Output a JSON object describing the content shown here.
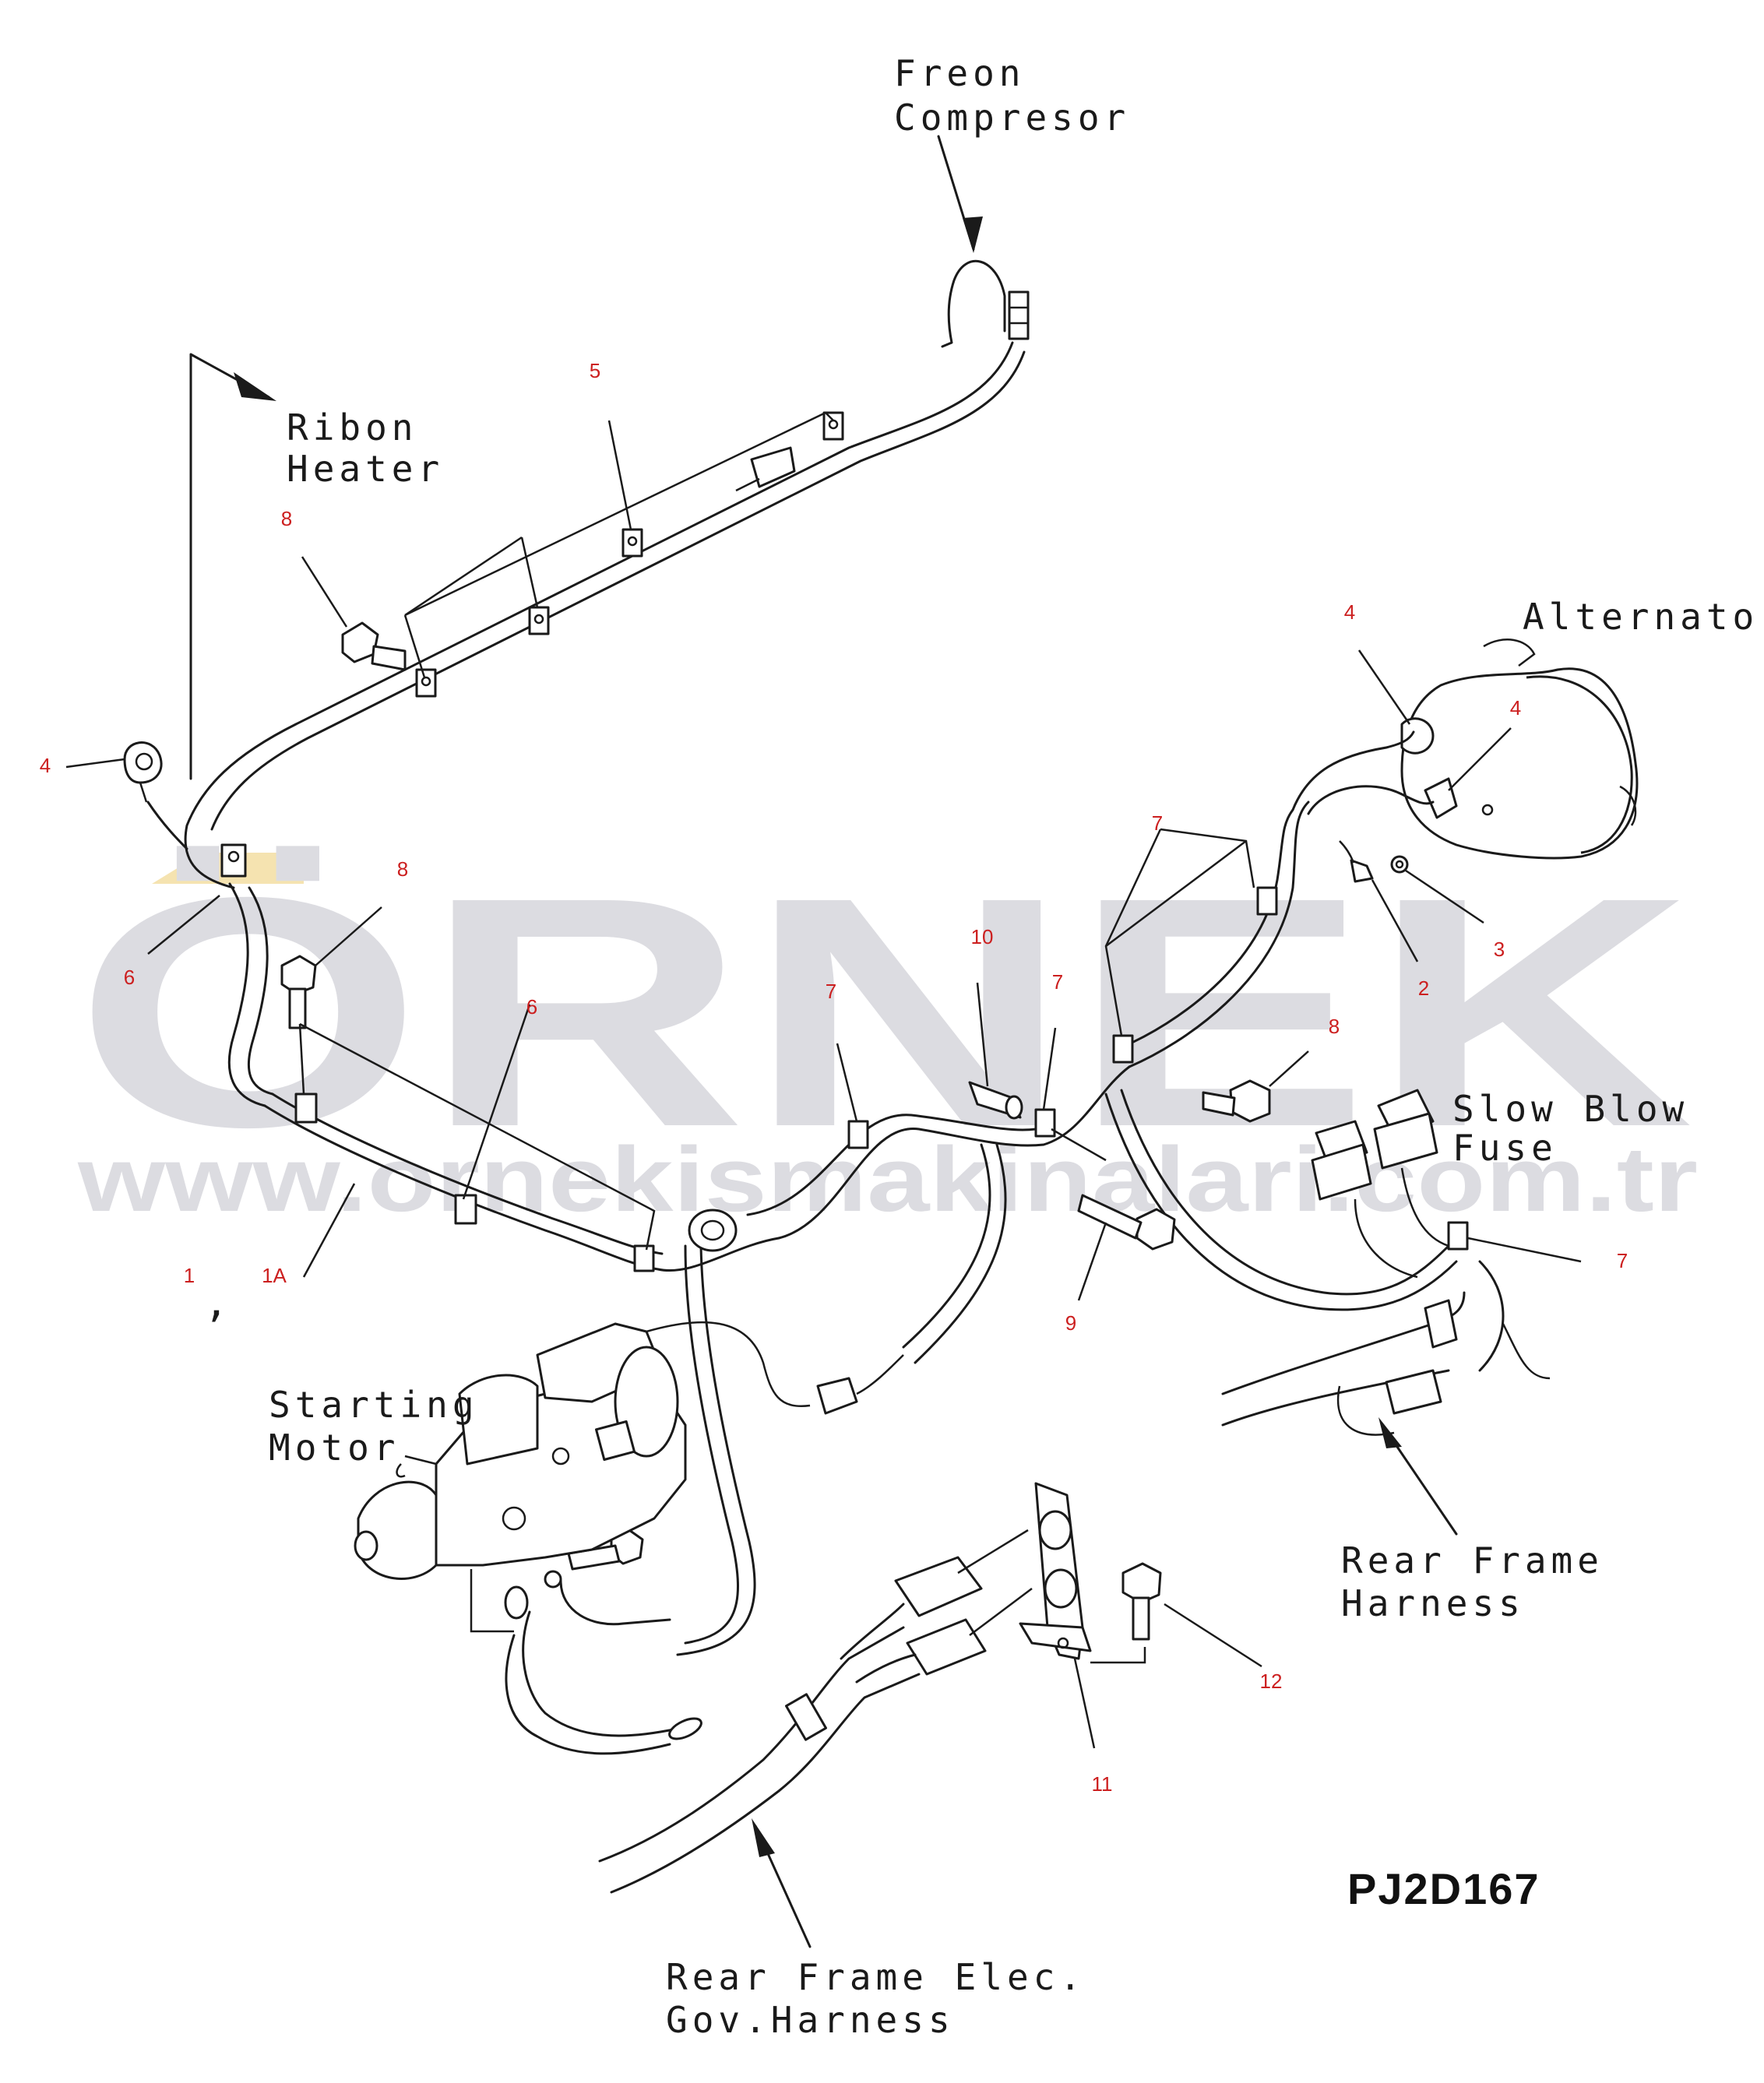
{
  "labels": {
    "freon_compressor": [
      "Freon",
      "Compresor"
    ],
    "ribbon_heater": [
      "Ribon",
      "Heater"
    ],
    "alternator": [
      "Alternator"
    ],
    "slow_blow_fuse": [
      "Slow Blow",
      "Fuse"
    ],
    "starting_motor": [
      "Starting",
      "Motor"
    ],
    "rear_frame_harness": [
      "Rear Frame",
      "Harness"
    ],
    "rear_frame_elec_gov_harness": [
      "Rear Frame Elec.",
      "Gov.Harness"
    ]
  },
  "callouts": [
    {
      "id": "c-1",
      "text": "1"
    },
    {
      "id": "c-1a",
      "text": "1A"
    },
    {
      "id": "c-2",
      "text": "2"
    },
    {
      "id": "c-3",
      "text": "3"
    },
    {
      "id": "c-4-left",
      "text": "4"
    },
    {
      "id": "c-4-alt-top",
      "text": "4"
    },
    {
      "id": "c-4-alt-right",
      "text": "4"
    },
    {
      "id": "c-5",
      "text": "5"
    },
    {
      "id": "c-6-left",
      "text": "6"
    },
    {
      "id": "c-6-mid",
      "text": "6"
    },
    {
      "id": "c-7-mid",
      "text": "7"
    },
    {
      "id": "c-7-tube",
      "text": "7"
    },
    {
      "id": "c-7-upper",
      "text": "7"
    },
    {
      "id": "c-7-right",
      "text": "7"
    },
    {
      "id": "c-8-top",
      "text": "8"
    },
    {
      "id": "c-8-left",
      "text": "8"
    },
    {
      "id": "c-8-right",
      "text": "8"
    },
    {
      "id": "c-9",
      "text": "9"
    },
    {
      "id": "c-10",
      "text": "10"
    },
    {
      "id": "c-11",
      "text": "11"
    },
    {
      "id": "c-12",
      "text": "12"
    }
  ],
  "comma": ",",
  "drawing_code": "PJ2D167",
  "watermark": {
    "logo": "ÖRNEK",
    "url": "www.ornekismakinalari.com.tr"
  },
  "colors": {
    "line": "#1a1a1a",
    "callout": "#cc1f1f",
    "watermark_gray": "#d9d9de",
    "watermark_accent": "#f4e1a8"
  }
}
